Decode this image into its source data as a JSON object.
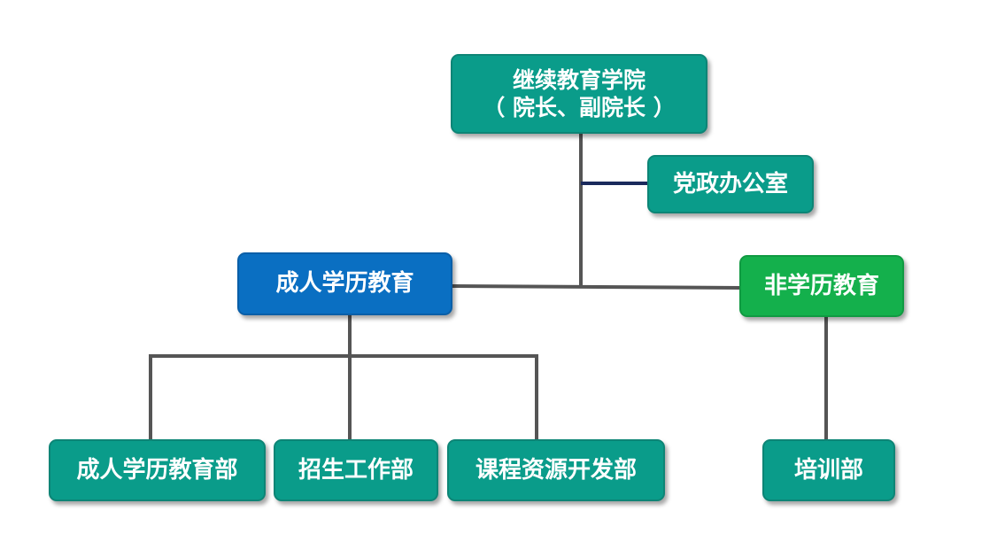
{
  "root": {
    "title": "继续教育学院",
    "subtitle": "（ 院长、副院长 ）"
  },
  "office": {
    "label": "党政办公室"
  },
  "adult_education": {
    "label": "成人学历教育"
  },
  "non_degree_education": {
    "label": "非学历教育"
  },
  "adult_children": [
    {
      "label": "成人学历教育部"
    },
    {
      "label": "招生工作部"
    },
    {
      "label": "课程资源开发部"
    }
  ],
  "non_degree_children": [
    {
      "label": "培训部"
    }
  ],
  "colors": {
    "teal": "#0a9c8a",
    "blue": "#0a6fc2",
    "green": "#14b04c",
    "connector": "#555555",
    "office_connector": "#1a2a5c"
  }
}
